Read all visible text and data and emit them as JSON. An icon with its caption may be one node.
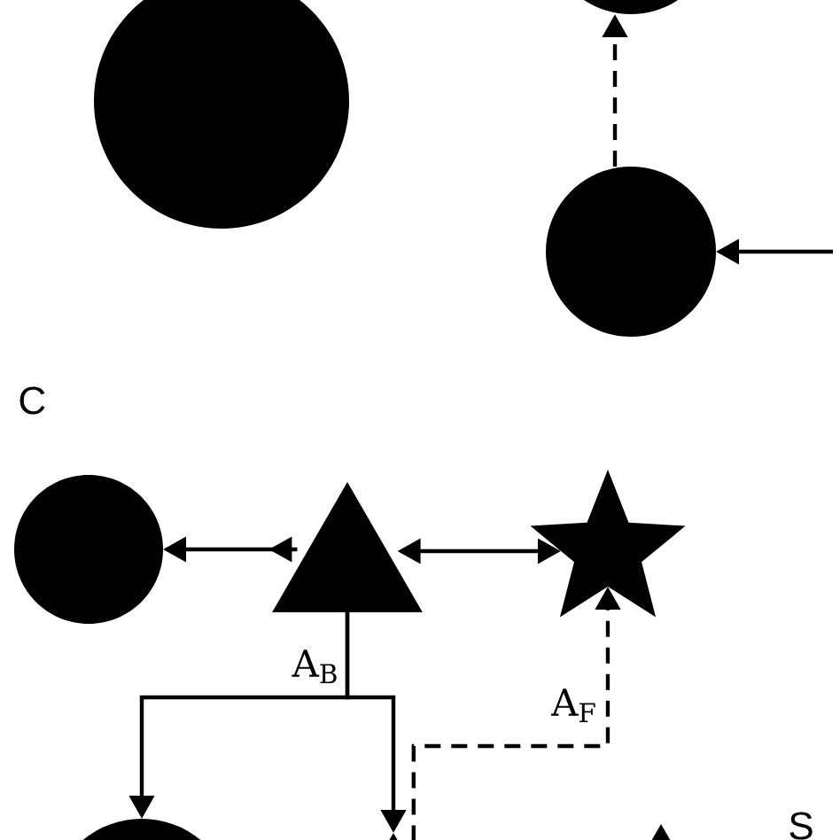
{
  "diagram": {
    "nodes": [
      {
        "text": [],
        "shape": "circle"
      },
      {
        "text": [],
        "shape": "circle"
      },
      {
        "text": [],
        "shape": "circle"
      },
      {
        "text": [],
        "shape": "circle"
      },
      {
        "text": [],
        "shape": "triangle"
      },
      {
        "text": [],
        "shape": "star"
      },
      {
        "text": [],
        "shape": "circle"
      },
      {
        "text": [],
        "shape": "triangle"
      },
      {
        "text": [],
        "shape": "triangle"
      }
    ],
    "edges": [
      {
        "from": 2,
        "to": 1,
        "arrow": "to",
        "style": "dashed"
      },
      {
        "from": null,
        "to": 2,
        "arrow": "to"
      },
      {
        "from": 4,
        "to": 3,
        "arrow": "to"
      },
      {
        "from": 4,
        "to": 5,
        "arrow": "both"
      },
      {
        "from": 4,
        "to": 6,
        "arrow": "to",
        "label": "A$_{B}$"
      },
      {
        "from": 4,
        "to": 7,
        "arrow": "to"
      },
      {
        "from": 7,
        "to": 5,
        "arrow": "to",
        "style": "dashed",
        "label": "A$_{F}$"
      }
    ],
    "labels": [
      "C",
      "S"
    ]
  }
}
